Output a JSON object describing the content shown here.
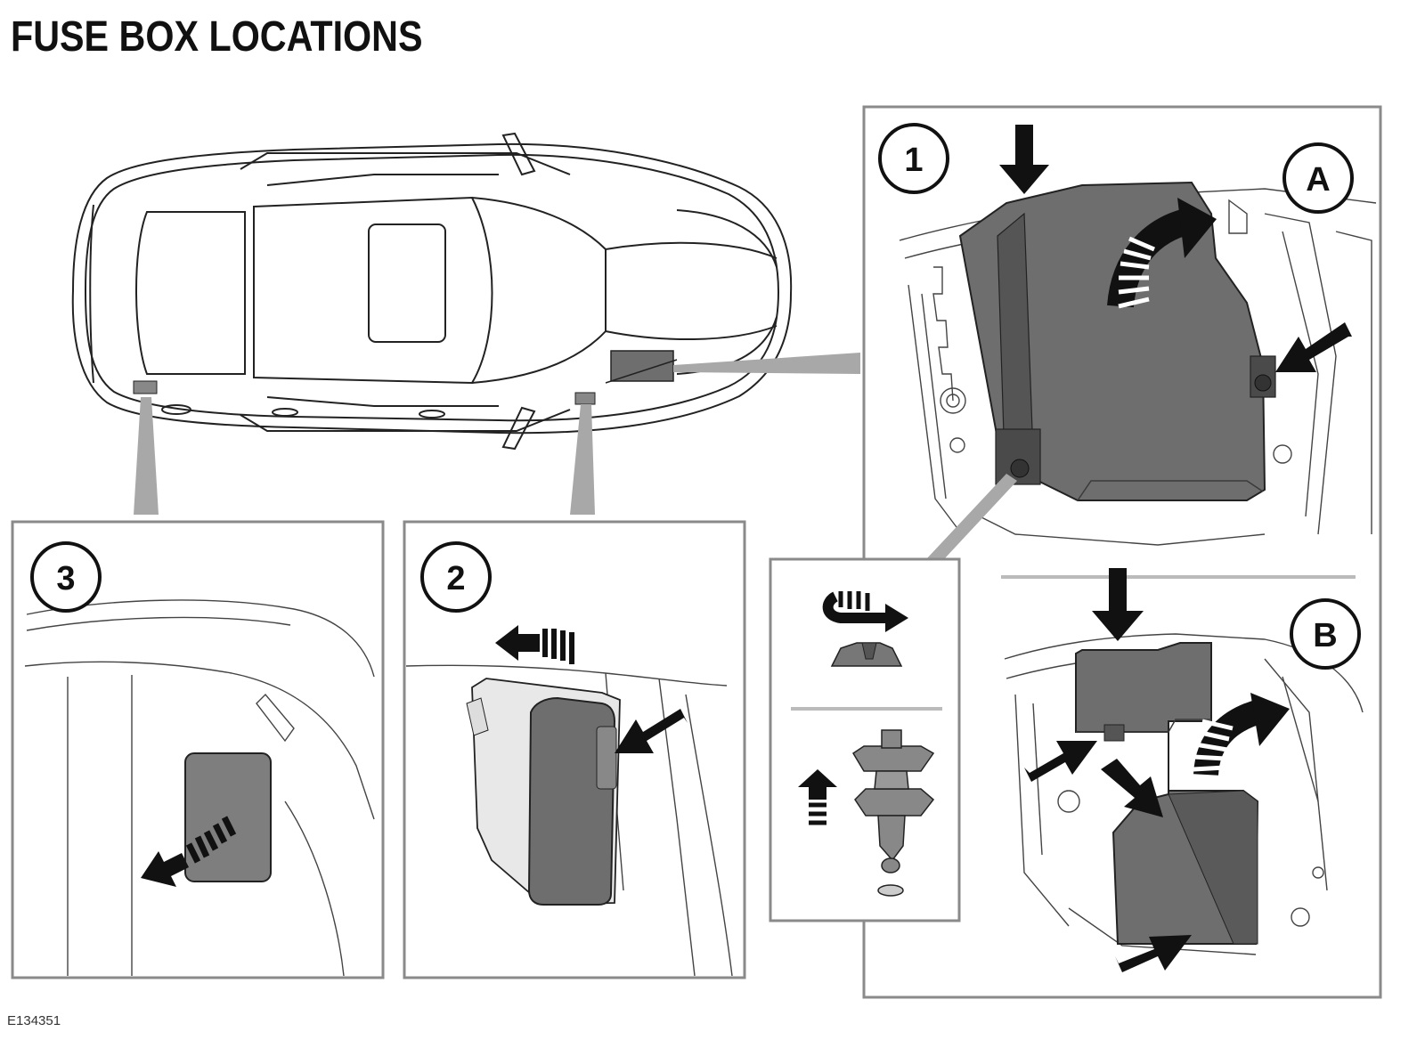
{
  "title": "FUSE BOX LOCATIONS",
  "figure_code": "E134351",
  "callouts": {
    "one": "1",
    "two": "2",
    "three": "3",
    "a": "A",
    "b": "B"
  },
  "colors": {
    "line": "#222222",
    "cover_fill": "#6e6e6e",
    "cover_dark": "#4a4a4a",
    "panel_border": "#8a8a8a",
    "pointer_fill": "#a8a8a8",
    "arrow_fill": "#111111"
  }
}
